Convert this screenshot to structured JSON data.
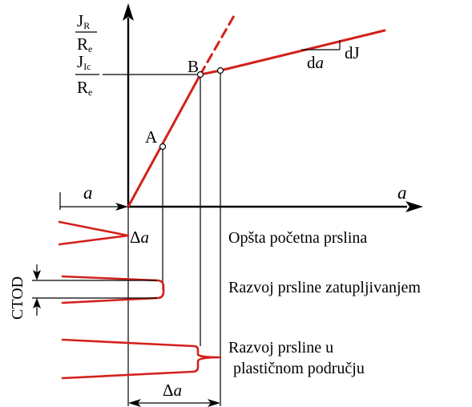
{
  "y_axis": {
    "top_fraction": {
      "numerator": "J",
      "numerator_sub": "R",
      "denominator": "R",
      "denominator_sub": "e"
    },
    "mid_fraction": {
      "numerator": "J",
      "numerator_sub": "Ic",
      "denominator": "R",
      "denominator_sub": "e"
    }
  },
  "x_axis": {
    "label": "a"
  },
  "left_label": "a",
  "points": {
    "A": "A",
    "B": "B"
  },
  "slope": {
    "dJ": "dJ",
    "da_prefix": "d",
    "da_var": "a"
  },
  "cracks": [
    {
      "label": "Opšta početna prslina"
    },
    {
      "label": "Razvoj prsline zatupljivanjem"
    },
    {
      "label_line1": "Razvoj prsline u",
      "label_line2": "plastičnom području"
    }
  ],
  "delta_top": {
    "symbol": "Δ",
    "var": "a"
  },
  "delta_bottom": {
    "symbol": "Δ",
    "var": "a"
  },
  "ctod_label": "CTOD",
  "colors": {
    "curve": "#d3211b",
    "lines": "#000000"
  }
}
